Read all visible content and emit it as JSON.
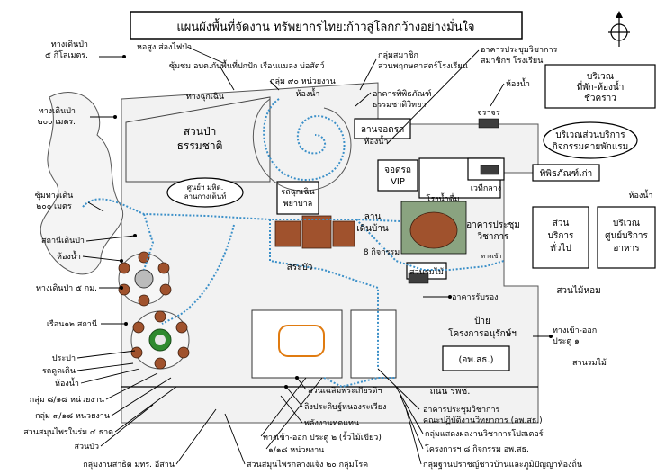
{
  "title": "แผนผังพื้นที่จัดงาน ทรัพยากรไทย:ก้าวสู่โลกกว้างอย่างมั่นใจ",
  "areas": {
    "rest_area": "บริเวณ\nที่พัก-ห้องน้ำ\nชั่วคราว",
    "camp_services": "บริเวณส่วนบริการ\nกิจกรรมค่ายพักแรม",
    "museum_old": "พิพิธภัณฑ์เก่า",
    "general_services": "ส่วน\nบริการ\nทั่วไป",
    "food_center": "บริเวณ\nศูนย์บริการ\nอาหาร",
    "forest_park": "สวนป่า\nธรรมชาติ",
    "nature_trail_circle": "ศูนย์ฯ มหิด.\nลานกางเต็นท์",
    "emergency_road": "ทางฉุกเฉิน",
    "toilet_top": "ห้องน้ำ",
    "toilet_mid": "ห้องน้ำ",
    "toilet_right": "ห้องน้ำ",
    "parking_lot": "ลานจอดรถ",
    "vip_parking": "จอดรถ\nVIP",
    "emergency_car": "รถฉุกเฉิน\nพยาบาล",
    "court": "ลาน\nเดินบ้าน",
    "canteen": "โรงน้ำดื่ม",
    "middle_tent": "เวทีกลาง",
    "traffic": "จราจร",
    "pond": "สระบัว",
    "meeting_hall": "อาคารประชุม\nวิชาการ",
    "tree_garden": "สวนรมไม้",
    "tree_garden_2": "สวนรมไม้",
    "pine_garden": "สวนไม้หอม",
    "project_sign": "ป้าย\nโครงการอนุรักษ์ฯ",
    "project_sign_sub": "(อพ.สธ.)",
    "road": "ถนน รพช.",
    "kitchen_label": "8 กิจกรรม",
    "bottom_road_label": "ทางเข้า"
  },
  "left_labels": [
    "ทางเดินป่า\n๕ กิโลเมตร.",
    "ทางเดินป่า\n๒๐๐ เมตร.",
    "ซุ้มทางเดิน\n๒๐๐ เมตร",
    "สถานีเดินป่า",
    "ห้องน้ำ",
    "ทางเดินป่า ๕ กม.",
    "เรือน๑๒ สถานี",
    "ประปา",
    "รถดูดเดิน",
    "ห้องน้ำ",
    "กลุ่ม ๘/๑๘ หน่วยงาน",
    "กลุ่ม ๙/๑๘ หน่วยงาน",
    "สวนสมุนไพรในร่ม ๔ ธาตุ",
    "สวนบัว",
    "กลุ่มงานสาธิต มทร. อีสาน"
  ],
  "top_labels": [
    "หอสูง ส่องไฟป่า",
    "ซุ้มชม อบต.กับพื้นที่ปกปัก เรือนแมลง บ่อสัตว์",
    "กลุ่ม ๙๐ หน่วยงาน",
    "กลุ่มสมาชิก\nสวนพฤกษศาสตร์โรงเรียน",
    "อาคารพิพิธภัณฑ์\nธรรมชาติวิทยา",
    "อาคารประชุมวิชาการ\nสมาชิกฯ โรงเรียน",
    "ห้องน้ำ"
  ],
  "right_labels": [
    "อาคารรับรอง",
    "ทางเข้า-ออก\nประตู ๑"
  ],
  "bottom_labels": [
    "สวนเฉลิมพระเกียรติฯ",
    "ลิงประดิษฐ์หนองระเวียง",
    "พลังงานทดแทน",
    "ทางเข้า-ออก ประตู ๒ (รั้วไม้เขียว)",
    "๑/๑๘ หน่วยงาน",
    "สวนสมุนไพรกลางแจ้ง ๒๐ กลุ่มโรค",
    "อาคารประชุมวิชาการ\nคณะปฏิบัติงานวิทยาการ (อพ.สธ.)",
    "กลุ่มแสดงผลงานวิชาการโปสเตอร์",
    "โครงการฯ ๘ กิจกรรม อพ.สธ.",
    "กลุ่มฐานปราชญ์ชาวบ้านและภูมิปัญญาท้องถิ่น"
  ],
  "colors": {
    "trail": "#3a8fc8",
    "building": "#a0522d",
    "outline": "#000000",
    "ground": "#f2f2f2"
  },
  "icons": {
    "north_arrow": "compass-north-icon"
  }
}
